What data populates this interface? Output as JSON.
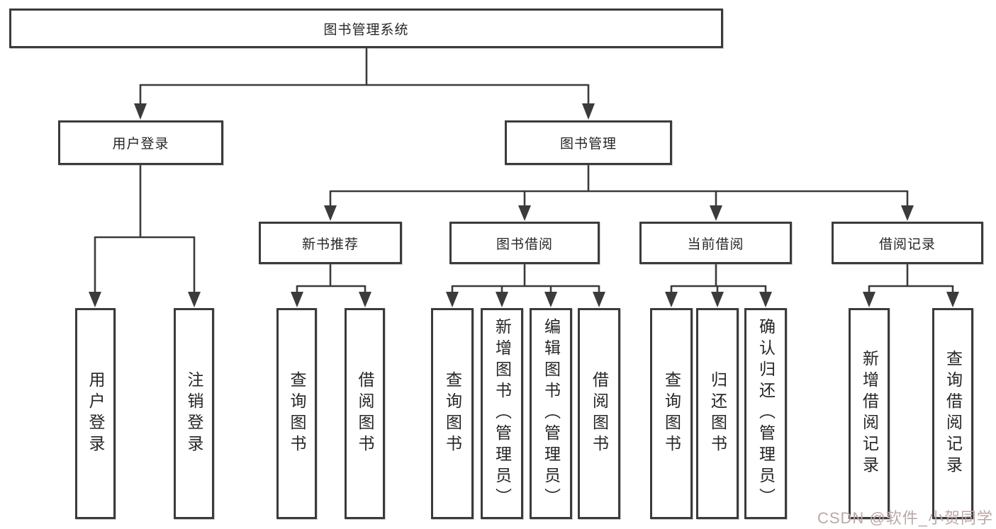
{
  "diagram": {
    "type": "hierarchy-tree",
    "colors": {
      "line": "#3b3b3b",
      "box_border": "#3b3b3b",
      "text": "#262626",
      "background": "#ffffff",
      "watermark": "#bda7a7"
    },
    "tree": {
      "label": "图书管理系统",
      "children": [
        {
          "label": "用户登录",
          "children": [
            {
              "label": "用户登录"
            },
            {
              "label": "注销登录"
            }
          ]
        },
        {
          "label": "图书管理",
          "children": [
            {
              "label": "新书推荐",
              "children": [
                {
                  "label": "查询图书"
                },
                {
                  "label": "借阅图书"
                }
              ]
            },
            {
              "label": "图书借阅",
              "children": [
                {
                  "label": "查询图书"
                },
                {
                  "label": "新增图书（管理员）"
                },
                {
                  "label": "编辑图书（管理员）"
                },
                {
                  "label": "借阅图书"
                }
              ]
            },
            {
              "label": "当前借阅",
              "children": [
                {
                  "label": "查询图书"
                },
                {
                  "label": "归还图书"
                },
                {
                  "label": "确认归还（管理员）"
                }
              ]
            },
            {
              "label": "借阅记录",
              "children": [
                {
                  "label": "新增借阅记录"
                },
                {
                  "label": "查询借阅记录"
                }
              ]
            }
          ]
        }
      ]
    },
    "watermark": "CSDN @软件_小贺同学"
  }
}
